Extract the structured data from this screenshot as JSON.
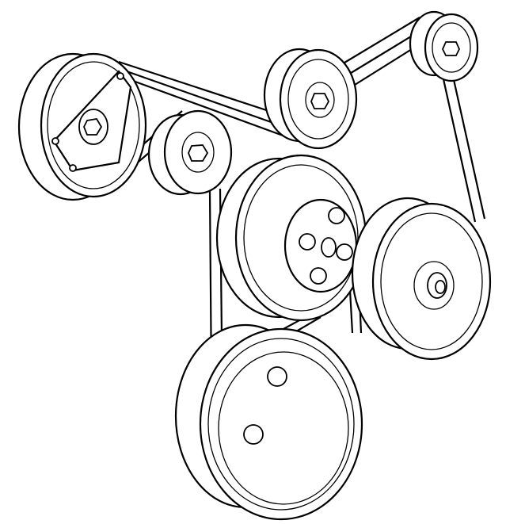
{
  "diagram": {
    "colors": {
      "line": "#000000",
      "background": "#ffffff"
    },
    "components": [
      {
        "id": "ac-compressor-pulley"
      },
      {
        "id": "left-idler-pulley"
      },
      {
        "id": "upper-idler-pulley"
      },
      {
        "id": "belt-tensioner-pulley"
      },
      {
        "id": "water-pump-pulley"
      },
      {
        "id": "right-accessory-pulley"
      },
      {
        "id": "crankshaft-pulley"
      },
      {
        "id": "serpentine-belt"
      }
    ]
  }
}
